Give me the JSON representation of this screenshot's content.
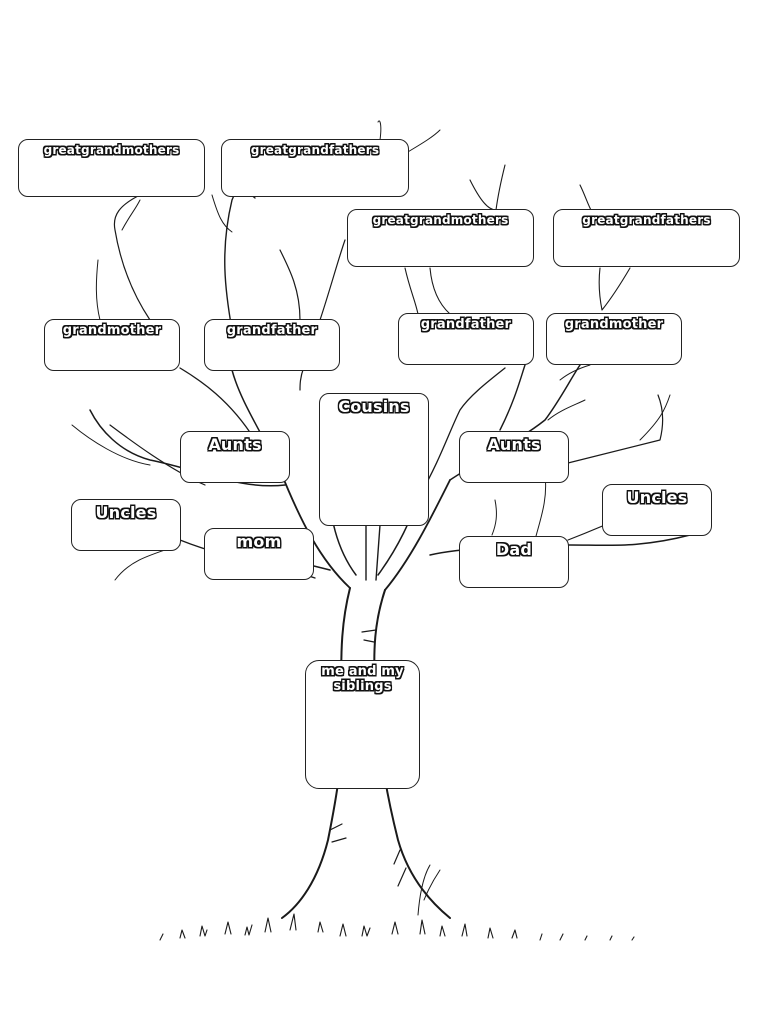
{
  "tree": {
    "great_grandmothers_left": "greatgrandmothers",
    "great_grandfathers_left": "greatgrandfathers",
    "great_grandmothers_right": "greatgrandmothers",
    "great_grandfathers_right": "greatgrandfathers",
    "grandmother_left": "grandmother",
    "grandfather_left": "grandfather",
    "grandfather_right": "grandfather",
    "grandmother_right": "grandmother",
    "cousins": "Cousins",
    "aunts_left": "Aunts",
    "aunts_right": "Aunts",
    "uncles_left": "Uncles",
    "uncles_right": "Uncles",
    "mom": "mom",
    "dad": "Dad",
    "me_and_siblings": "me and my siblings"
  }
}
